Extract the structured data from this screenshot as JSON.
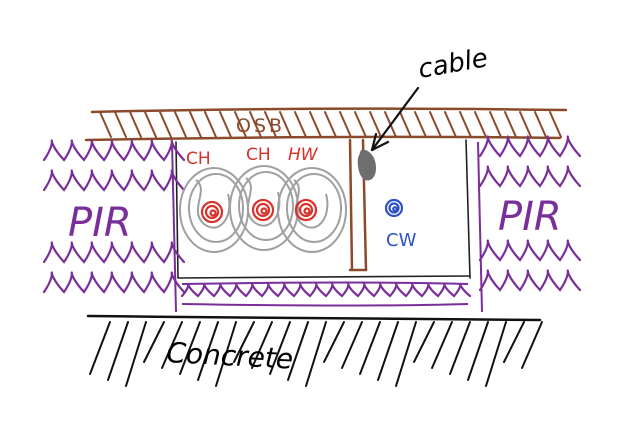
{
  "labels": {
    "cable": "cable",
    "osb": "OSB",
    "ch_left": "CH",
    "ch_mid": "CH",
    "hw": "HW",
    "cw": "CW",
    "pir_left": "PIR",
    "pir_right": "PIR",
    "concrete": "Concrete"
  },
  "colors": {
    "osb": "#8B4A2B",
    "insulation": "#7A2E9A",
    "pipe_hot": "#D8322A",
    "pipe_cold": "#2D52C8",
    "lagging": "#A0A0A0",
    "cable": "#6E6E6E",
    "ink": "#111111"
  }
}
